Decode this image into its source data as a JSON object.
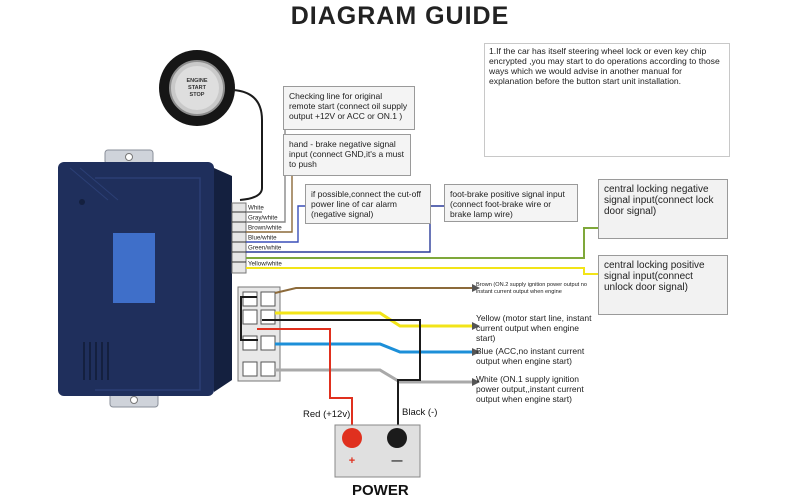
{
  "title": "DIAGRAM GUIDE",
  "note": {
    "text": "1.If the car has itself steering wheel lock or even key chip encrypted ,you may start to do operations according to those ways which we would advise in another manual for explanation before the button start unit installation."
  },
  "button": {
    "lines": [
      "ENGINE",
      "START",
      "STOP"
    ]
  },
  "callouts": {
    "checking": "Checking line for original remote  start (connect oil supply output +12V or ACC or ON.1 )",
    "handbrake": "hand - brake negative signal input (connect GND,it's a must to push",
    "cutoff": "if possible,connect the cut-off power line of car alarm (negative signal)",
    "footbrake": "foot-brake positive signal input (connect foot-brake wire or brake lamp wire)",
    "central_negative": "central locking negative signal input(connect lock door signal)",
    "central_positive": "central locking positive signal input(connect unlock door signal)"
  },
  "wire_labels": [
    "White",
    "Gray/white",
    "Brown/white",
    "Blue/white",
    "Green/white",
    "Yellow/white"
  ],
  "outputs": {
    "brown": "Brown (ON.2 supply ignition power output no instant current output when engine",
    "yellow": "Yellow (motor start line, instant current output when engine start)",
    "blue": "Blue  (ACC,no instant current output when engine start)",
    "white": "White (ON.1 supply ignition power output,,instant current output when engine start)"
  },
  "battery": {
    "red_label": "Red  (+12v)",
    "black_label": "Black (-)",
    "plus": "+",
    "minus": "—",
    "caption": "POWER"
  },
  "colors": {
    "module": "#1f2f5c",
    "module_dark": "#14203f",
    "screen": "#3f6fc9",
    "wire_blue": "#1c8fd8",
    "wire_yellow": "#f2e418",
    "wire_grey": "#a9a9a9",
    "wire_black": "#1b1b1b",
    "wire_red": "#e0301e",
    "wire_green": "#7fa83a",
    "battery": "#e0e0e0"
  }
}
